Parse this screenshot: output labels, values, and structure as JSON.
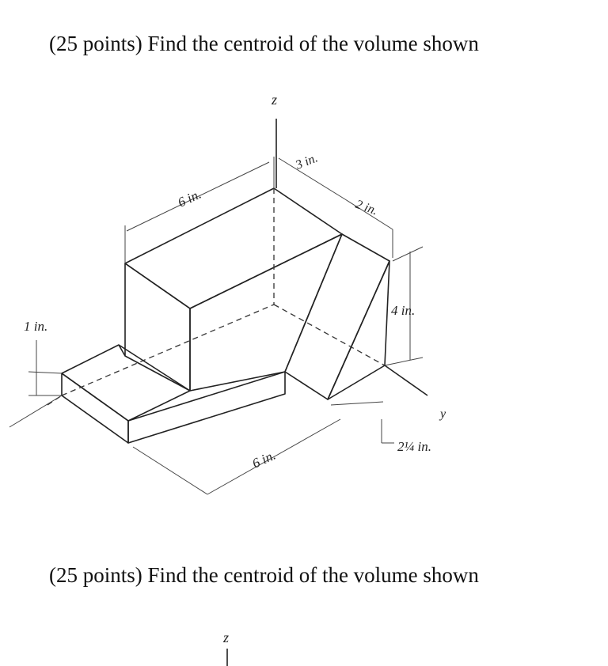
{
  "questions": [
    {
      "title": "(25 points) Find the centroid of the volume shown"
    },
    {
      "title": "(25 points)  Find the centroid of the volume shown"
    }
  ],
  "figure": {
    "axis_labels": {
      "z_top": "z",
      "y": "y",
      "z_bottom": "z"
    },
    "dimensions": {
      "top_left": "6 in.",
      "top_mid": "3 in.",
      "top_right": "2 in.",
      "right_height": "4 in.",
      "left_height": "1 in.",
      "bottom": "6 in.",
      "bottom_right": "2¼ in."
    },
    "colors": {
      "shaded_face": "#c9c9c9",
      "line": "#222222"
    }
  }
}
